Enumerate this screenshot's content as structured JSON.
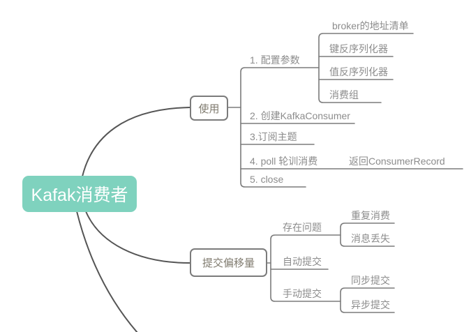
{
  "colors": {
    "root_bg": "#7fd2be",
    "root_text": "#ffffff",
    "node_border": "#7b7b7b",
    "node_text": "#7f7a6e",
    "leaf_text": "#8c8c8c",
    "line": "#7b7b7b",
    "curve": "#555555"
  },
  "root": {
    "label": "Kafak消费者"
  },
  "usage": {
    "label": "使用",
    "config": {
      "label": "1. 配置参数",
      "items": [
        "broker的地址清单",
        "键反序列化器",
        "值反序列化器",
        "消费组"
      ]
    },
    "create": {
      "label": "2. 创建KafkaConsumer"
    },
    "subscribe": {
      "label": "3.订阅主题"
    },
    "poll": {
      "label": "4. poll 轮训消费",
      "result": "返回ConsumerRecord"
    },
    "close": {
      "label": "5. close"
    }
  },
  "offset": {
    "label": "提交偏移量",
    "problems": {
      "label": "存在问题",
      "items": [
        "重复消费",
        "消息丢失"
      ]
    },
    "auto": {
      "label": "自动提交"
    },
    "manual": {
      "label": "手动提交",
      "items": [
        "同步提交",
        "异步提交"
      ]
    }
  }
}
